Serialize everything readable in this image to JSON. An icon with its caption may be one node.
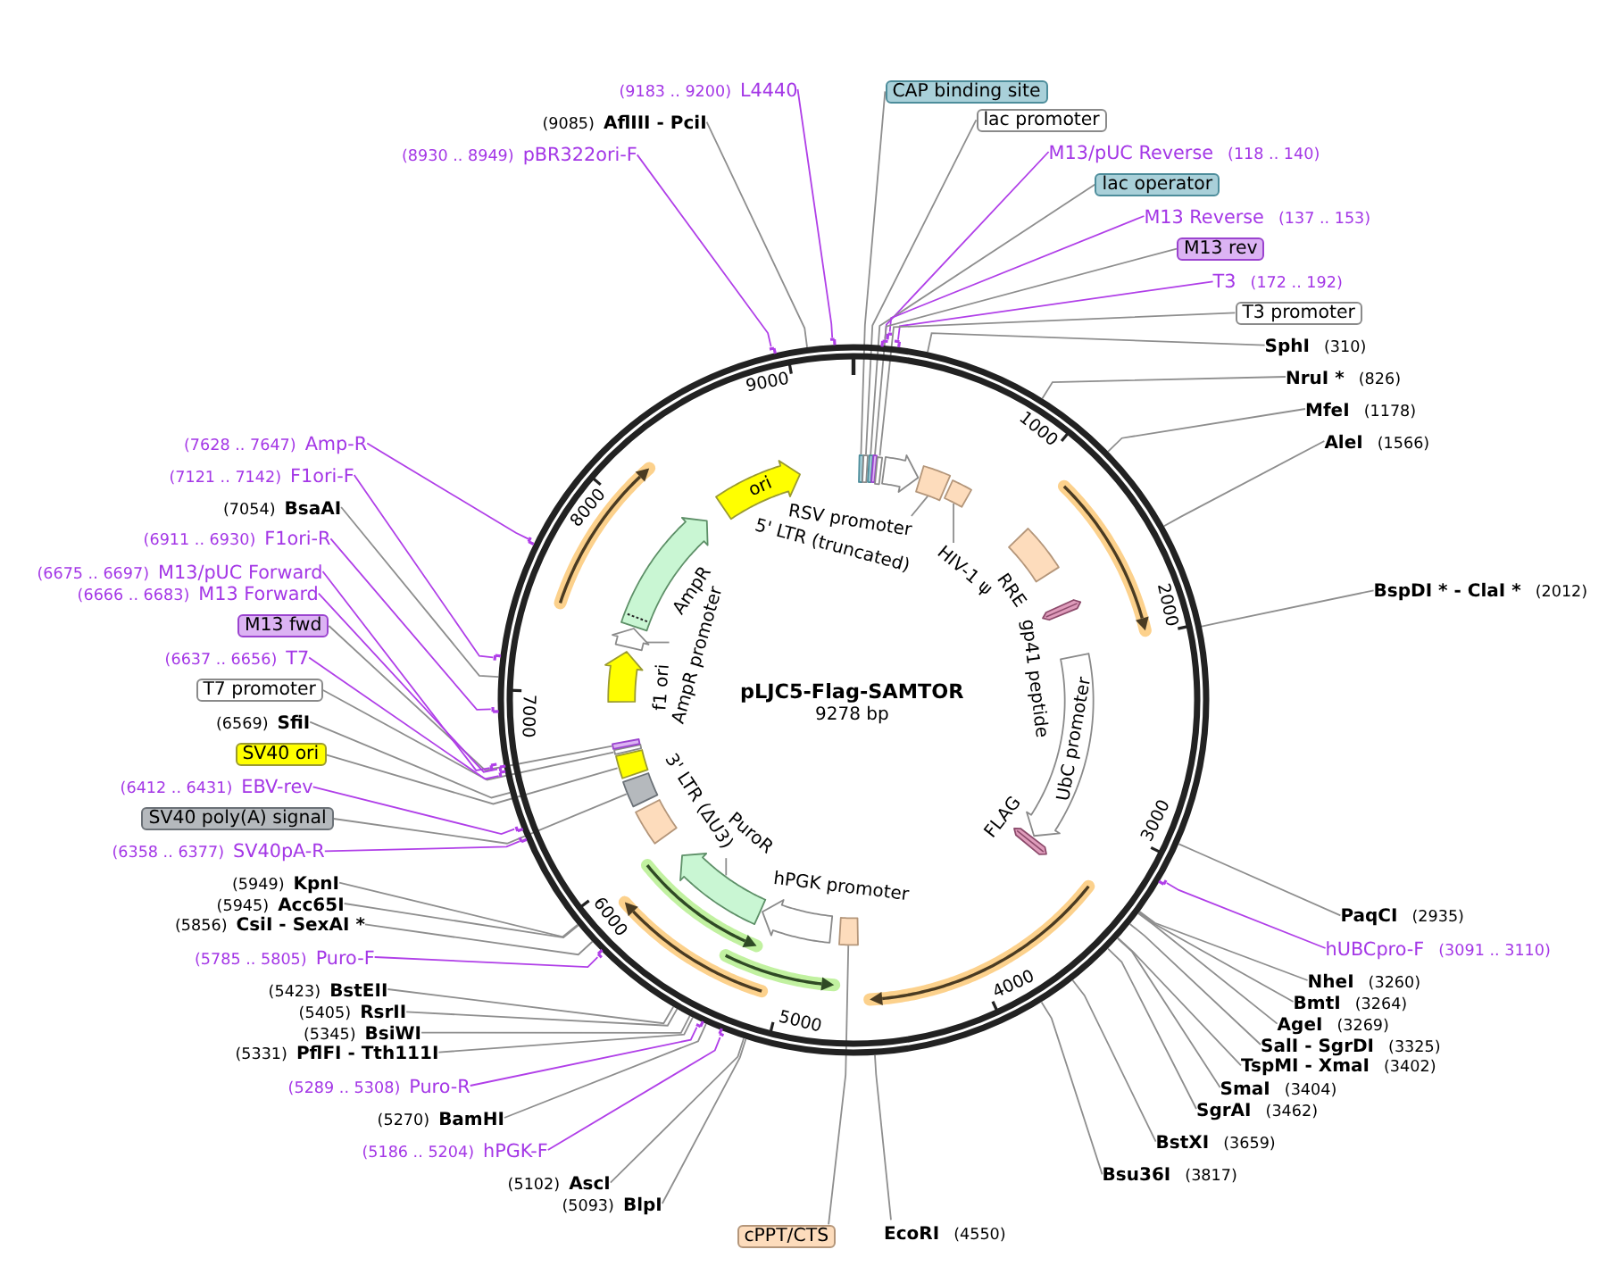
{
  "diagram": {
    "title": "pLJC5-Flag-SAMTOR",
    "nodes": [
      {
        "text": [
          "CAP binding site"
        ]
      },
      {
        "text": [
          "lac promoter"
        ]
      },
      {
        "text": [
          "M13/pUC Reverse",
          "(118 .. 140)"
        ]
      },
      {
        "text": [
          "lac operator"
        ]
      },
      {
        "text": [
          "M13 Reverse",
          "(137 .. 153)"
        ]
      },
      {
        "text": [
          "M13 rev"
        ]
      },
      {
        "text": [
          "T3",
          "(172 .. 192)"
        ]
      },
      {
        "text": [
          "T3 promoter"
        ]
      },
      {
        "text": [
          "SphI",
          "(310)"
        ]
      },
      {
        "text": [
          "NruI *",
          "(826)"
        ]
      },
      {
        "text": [
          "MfeI",
          "(1178)"
        ]
      },
      {
        "text": [
          "AleI",
          "(1566)"
        ]
      },
      {
        "text": [
          "BspDI * - ClaI *",
          "(2012)"
        ]
      },
      {
        "text": [
          "PaqCI",
          "(2935)"
        ]
      },
      {
        "text": [
          "hUBCpro-F",
          "(3091 .. 3110)"
        ]
      },
      {
        "text": [
          "NheI",
          "(3260)"
        ]
      },
      {
        "text": [
          "BmtI",
          "(3264)"
        ]
      },
      {
        "text": [
          "AgeI",
          "(3269)"
        ]
      },
      {
        "text": [
          "SalI - SgrDI",
          "(3325)"
        ]
      },
      {
        "text": [
          "TspMI - XmaI",
          "(3402)"
        ]
      },
      {
        "text": [
          "SmaI",
          "(3404)"
        ]
      },
      {
        "text": [
          "SgrAI",
          "(3462)"
        ]
      },
      {
        "text": [
          "BstXI",
          "(3659)"
        ]
      },
      {
        "text": [
          "Bsu36I",
          "(3817)"
        ]
      },
      {
        "text": [
          "EcoRI",
          "(4550)"
        ]
      },
      {
        "text": [
          "cPPT/CTS"
        ]
      },
      {
        "text": [
          "(5093)",
          "BlpI"
        ]
      },
      {
        "text": [
          "(5102)",
          "AscI"
        ]
      },
      {
        "text": [
          "(5186 .. 5204)",
          "hPGK-F"
        ]
      },
      {
        "text": [
          "(5270)",
          "BamHI"
        ]
      },
      {
        "text": [
          "(5289 .. 5308)",
          "Puro-R"
        ]
      },
      {
        "text": [
          "(5331)",
          "PflFI - Tth111I"
        ]
      },
      {
        "text": [
          "(5345)",
          "BsiWI"
        ]
      },
      {
        "text": [
          "(5405)",
          "RsrII"
        ]
      },
      {
        "text": [
          "(5423)",
          "BstEII"
        ]
      },
      {
        "text": [
          "(5785 .. 5805)",
          "Puro-F"
        ]
      },
      {
        "text": [
          "(5856)",
          "CsiI - SexAI *"
        ]
      },
      {
        "text": [
          "(5945)",
          "Acc65I"
        ]
      },
      {
        "text": [
          "(5949)",
          "KpnI"
        ]
      },
      {
        "text": [
          "(6358 .. 6377)",
          "SV40pA-R"
        ]
      },
      {
        "text": [
          "SV40 poly(A) signal"
        ]
      },
      {
        "text": [
          "(6412 .. 6431)",
          "EBV-rev"
        ]
      },
      {
        "text": [
          "SV40 ori"
        ]
      },
      {
        "text": [
          "(6569)",
          "SfiI"
        ]
      },
      {
        "text": [
          "T7 promoter"
        ]
      },
      {
        "text": [
          "(6637 .. 6656)",
          "T7"
        ]
      },
      {
        "text": [
          "M13 fwd"
        ]
      },
      {
        "text": [
          "(6666 .. 6683)",
          "M13 Forward"
        ]
      },
      {
        "text": [
          "(6675 .. 6697)",
          "M13/pUC Forward"
        ]
      },
      {
        "text": [
          "(6911 .. 6930)",
          "F1ori-R"
        ]
      },
      {
        "text": [
          "(7054)",
          "BsaAI"
        ]
      },
      {
        "text": [
          "(7121 .. 7142)",
          "F1ori-F"
        ]
      },
      {
        "text": [
          "(7628 .. 7647)",
          "Amp-R"
        ]
      },
      {
        "text": [
          "(8930 .. 8949)",
          "pBR322ori-F"
        ]
      },
      {
        "text": [
          "(9085)",
          "AflIII - PciI"
        ]
      },
      {
        "text": [
          "(9183 .. 9200)",
          "L4440"
        ]
      },
      {
        "text": [],
        "shape": "circle"
      },
      {
        "text": [],
        "shape": "box",
        "in": 56
      },
      {
        "text": [],
        "shape": "box",
        "in": 56
      },
      {
        "text": [],
        "shape": "box",
        "in": 56
      },
      {
        "text": [],
        "shape": "box",
        "in": 56
      },
      {
        "text": [],
        "shape": "box",
        "in": 56
      },
      {
        "text": [
          "RSV promoter"
        ],
        "in": 56
      },
      {
        "text": [],
        "shape": "box",
        "in": 56
      },
      {
        "text": [],
        "shape": "box",
        "in": 56
      },
      {
        "text": [
          "RRE"
        ],
        "in": 56
      },
      {
        "text": [
          "gp41 peptide"
        ],
        "in": 56
      },
      {
        "text": [
          "UbC promoter"
        ],
        "in": 56
      },
      {
        "text": [
          "FLAG"
        ],
        "in": 56
      },
      {
        "text": [],
        "shape": "box",
        "in": 56
      },
      {
        "text": [
          "hPGK promoter"
        ],
        "in": 56
      },
      {
        "text": [],
        "shape": "arrow",
        "in": 56
      },
      {
        "text": [
          "3' LTR (ΔU3)"
        ],
        "in": 56
      },
      {
        "text": [],
        "shape": "box",
        "in": 56
      },
      {
        "text": [],
        "shape": "box",
        "in": 56
      },
      {
        "text": [],
        "shape": "box",
        "in": 56
      },
      {
        "text": [],
        "shape": "box",
        "in": 56
      },
      {
        "text": [
          "f1 ori"
        ],
        "in": 56
      },
      {
        "text": [],
        "shape": "arrow",
        "in": 56
      },
      {
        "text": [
          "AmpR"
        ],
        "in": 56
      },
      {
        "text": [
          "ori"
        ],
        "in": 56
      },
      {
        "text": [
          "5' LTR (truncated)"
        ],
        "in": 56
      },
      {
        "text": [
          "HIV-1 ψ"
        ],
        "in": 56
      },
      {
        "text": [
          "PuroR"
        ],
        "in": 56
      },
      {
        "text": [
          "AmpR promoter"
        ],
        "in": 56
      },
      {
        "text": [],
        "shape": "bar"
      },
      {
        "text": [],
        "shape": "bar"
      },
      {
        "text": [],
        "shape": "bar"
      },
      {
        "text": [],
        "shape": "bar"
      },
      {
        "text": [],
        "shape": "bar"
      },
      {
        "text": [],
        "shape": "bar"
      },
      {
        "text": [],
        "shape": "bar"
      },
      {
        "text": [],
        "shape": "bar"
      },
      {
        "text": [],
        "shape": "bar"
      },
      {
        "text": [],
        "shape": "bar"
      },
      {
        "text": [],
        "shape": "bar"
      },
      {
        "text": [],
        "shape": "bar"
      },
      {
        "text": [],
        "shape": "bar"
      },
      {
        "text": [],
        "shape": "bar"
      },
      {
        "text": [],
        "shape": "bar"
      },
      {
        "text": [],
        "shape": "bar"
      },
      {
        "text": [],
        "shape": "bar"
      }
    ],
    "edges": [
      {
        "from": 0,
        "to": 57,
        "arrow": "none"
      },
      {
        "from": 1,
        "to": 58,
        "arrow": "none"
      },
      {
        "from": 2,
        "to": 85,
        "arrow": "none",
        "color": "#b03fe8"
      },
      {
        "from": 3,
        "to": 59,
        "arrow": "none"
      },
      {
        "from": 4,
        "to": 86,
        "arrow": "none",
        "color": "#b03fe8"
      },
      {
        "from": 5,
        "to": 60,
        "arrow": "none"
      },
      {
        "from": 6,
        "to": 87,
        "arrow": "none",
        "color": "#b03fe8"
      },
      {
        "from": 7,
        "to": 61,
        "arrow": "none"
      },
      {
        "from": 8,
        "to": 56,
        "arrow": "none"
      },
      {
        "from": 9,
        "to": 56,
        "arrow": "none"
      },
      {
        "from": 10,
        "to": 56,
        "arrow": "none"
      },
      {
        "from": 11,
        "to": 56,
        "arrow": "none"
      },
      {
        "from": 12,
        "to": 56,
        "arrow": "none"
      },
      {
        "from": 13,
        "to": 56,
        "arrow": "none"
      },
      {
        "from": 14,
        "to": 88,
        "arrow": "none",
        "color": "#b03fe8"
      },
      {
        "from": 15,
        "to": 56,
        "arrow": "none"
      },
      {
        "from": 16,
        "to": 56,
        "arrow": "none"
      },
      {
        "from": 17,
        "to": 56,
        "arrow": "none"
      },
      {
        "from": 18,
        "to": 56,
        "arrow": "none"
      },
      {
        "from": 19,
        "to": 56,
        "arrow": "none"
      },
      {
        "from": 20,
        "to": 56,
        "arrow": "none"
      },
      {
        "from": 21,
        "to": 56,
        "arrow": "none"
      },
      {
        "from": 22,
        "to": 56,
        "arrow": "none"
      },
      {
        "from": 23,
        "to": 56,
        "arrow": "none"
      },
      {
        "from": 24,
        "to": 56,
        "arrow": "none"
      },
      {
        "from": 25,
        "to": 69,
        "arrow": "none"
      },
      {
        "from": 26,
        "to": 56,
        "arrow": "none"
      },
      {
        "from": 27,
        "to": 56,
        "arrow": "none"
      },
      {
        "from": 28,
        "to": 89,
        "arrow": "none",
        "color": "#b03fe8"
      },
      {
        "from": 29,
        "to": 56,
        "arrow": "none"
      },
      {
        "from": 30,
        "to": 90,
        "arrow": "none",
        "color": "#b03fe8"
      },
      {
        "from": 31,
        "to": 56,
        "arrow": "none"
      },
      {
        "from": 32,
        "to": 56,
        "arrow": "none"
      },
      {
        "from": 33,
        "to": 56,
        "arrow": "none"
      },
      {
        "from": 34,
        "to": 56,
        "arrow": "none"
      },
      {
        "from": 35,
        "to": 91,
        "arrow": "none",
        "color": "#b03fe8"
      },
      {
        "from": 36,
        "to": 56,
        "arrow": "none"
      },
      {
        "from": 37,
        "to": 56,
        "arrow": "none"
      },
      {
        "from": 38,
        "to": 56,
        "arrow": "none"
      },
      {
        "from": 39,
        "to": 92,
        "arrow": "none",
        "color": "#b03fe8"
      },
      {
        "from": 40,
        "to": 73,
        "arrow": "none"
      },
      {
        "from": 41,
        "to": 93,
        "arrow": "none",
        "color": "#b03fe8"
      },
      {
        "from": 42,
        "to": 74,
        "arrow": "none"
      },
      {
        "from": 43,
        "to": 56,
        "arrow": "none"
      },
      {
        "from": 44,
        "to": 75,
        "arrow": "none"
      },
      {
        "from": 45,
        "to": 94,
        "arrow": "none",
        "color": "#b03fe8"
      },
      {
        "from": 46,
        "to": 76,
        "arrow": "none"
      },
      {
        "from": 47,
        "to": 95,
        "arrow": "none",
        "color": "#b03fe8"
      },
      {
        "from": 48,
        "to": 96,
        "arrow": "none",
        "color": "#b03fe8"
      },
      {
        "from": 49,
        "to": 97,
        "arrow": "none",
        "color": "#b03fe8"
      },
      {
        "from": 50,
        "to": 56,
        "arrow": "none"
      },
      {
        "from": 51,
        "to": 98,
        "arrow": "none",
        "color": "#b03fe8"
      },
      {
        "from": 52,
        "to": 99,
        "arrow": "none",
        "color": "#b03fe8"
      },
      {
        "from": 53,
        "to": 100,
        "arrow": "none",
        "color": "#b03fe8"
      },
      {
        "from": 54,
        "to": 56,
        "arrow": "none"
      },
      {
        "from": 55,
        "to": 101,
        "arrow": "none",
        "color": "#b03fe8"
      },
      {
        "from": 81,
        "to": 63,
        "arrow": "none"
      },
      {
        "from": 82,
        "to": 64,
        "arrow": "none"
      },
      {
        "from": 83,
        "to": 71,
        "arrow": "none"
      },
      {
        "from": 84,
        "to": 78,
        "arrow": "none"
      }
    ],
    "labels": [
      "9278 bp",
      "1000",
      "2000",
      "3000",
      "4000",
      "5000",
      "6000",
      "7000",
      "8000",
      "9000"
    ]
  }
}
